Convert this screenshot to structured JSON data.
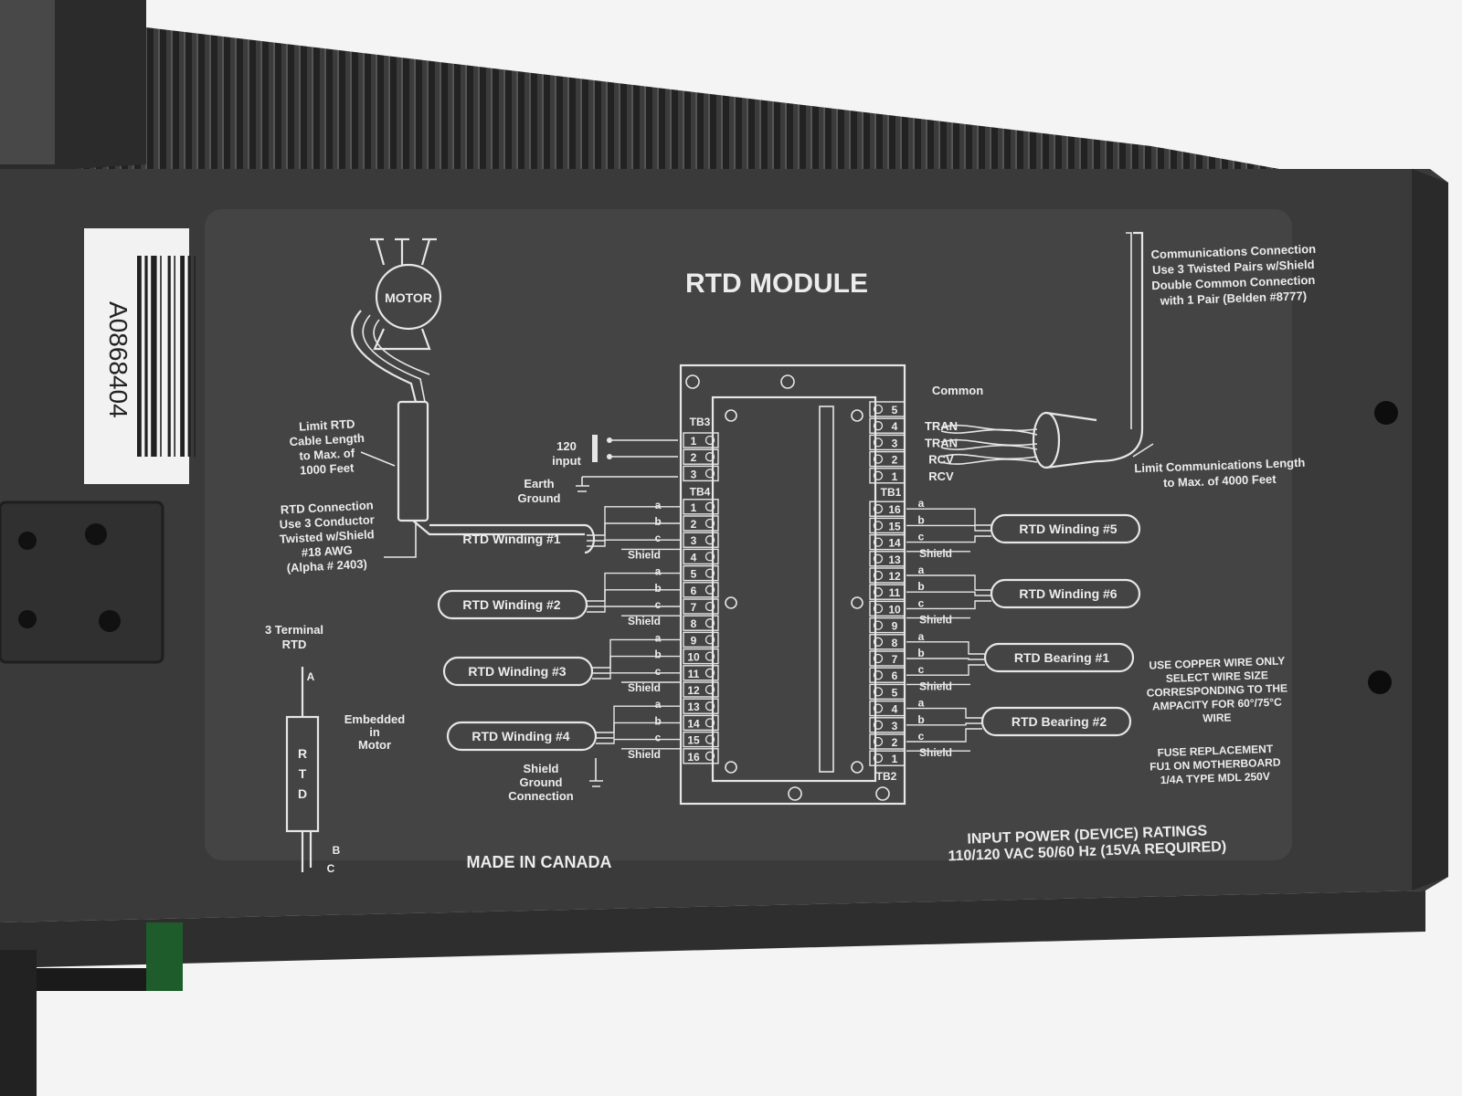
{
  "label": {
    "title": "RTD MODULE",
    "motor": "MOTOR",
    "barcode": "A0868404",
    "comm_connection": [
      "Communications Connection",
      "Use 3 Twisted Pairs w/Shield",
      "Double Common Connection",
      "with 1 Pair (Belden #8777)"
    ],
    "limit_rtd": [
      "Limit RTD",
      "Cable Length",
      "to Max. of",
      "1000 Feet"
    ],
    "rtd_connection": [
      "RTD Connection",
      "Use 3 Conductor",
      "Twisted w/Shield",
      "#18 AWG",
      "(Alpha # 2403)"
    ],
    "input_120": [
      "120",
      "input"
    ],
    "earth_ground": [
      "Earth",
      "Ground"
    ],
    "terminal_rtd": [
      "3 Terminal",
      "RTD"
    ],
    "embedded": [
      "Embedded",
      "in",
      "Motor"
    ],
    "rtd_vertical": [
      "R",
      "T",
      "D"
    ],
    "rtd_letters": [
      "A",
      "B",
      "C"
    ],
    "shield_ground": [
      "Shield",
      "Ground",
      "Connection"
    ],
    "limit_comm": [
      "Limit Communications Length",
      "to Max. of 4000 Feet"
    ],
    "copper": [
      "USE COPPER WIRE ONLY",
      "SELECT WIRE SIZE",
      "CORRESPONDING TO THE",
      "AMPACITY FOR 60°/75°C",
      "WIRE"
    ],
    "fuse": [
      "FUSE REPLACEMENT",
      "FU1 ON MOTHERBOARD",
      "1/4A TYPE MDL 250V"
    ],
    "made_in": "MADE IN CANADA",
    "power": [
      "INPUT POWER (DEVICE) RATINGS",
      "110/120 VAC 50/60 Hz (15VA REQUIRED)"
    ],
    "tb_names": [
      "TB3",
      "TB4",
      "TB1",
      "TB2"
    ],
    "tb3": [
      "1",
      "2",
      "3"
    ],
    "tb4": [
      "1",
      "2",
      "3",
      "4",
      "5",
      "6",
      "7",
      "8",
      "9",
      "10",
      "11",
      "12",
      "13",
      "14",
      "15",
      "16"
    ],
    "tb1_top": [
      "5",
      "4",
      "3",
      "2",
      "1"
    ],
    "tb1_top_labels": [
      "Common",
      "TRAN",
      "TRAN",
      "RCV",
      "RCV"
    ],
    "tb2": [
      "16",
      "15",
      "14",
      "13",
      "12",
      "11",
      "10",
      "9",
      "8",
      "7",
      "6",
      "5",
      "4",
      "3",
      "2",
      "1"
    ],
    "abc": [
      "a",
      "b",
      "c"
    ],
    "shield": "Shield",
    "left_windings": [
      "RTD Winding #1",
      "RTD Winding #2",
      "RTD Winding #3",
      "RTD Winding #4"
    ],
    "right_windings": [
      "RTD Winding #5",
      "RTD Winding #6",
      "RTD Bearing #1",
      "RTD Bearing #2"
    ]
  }
}
